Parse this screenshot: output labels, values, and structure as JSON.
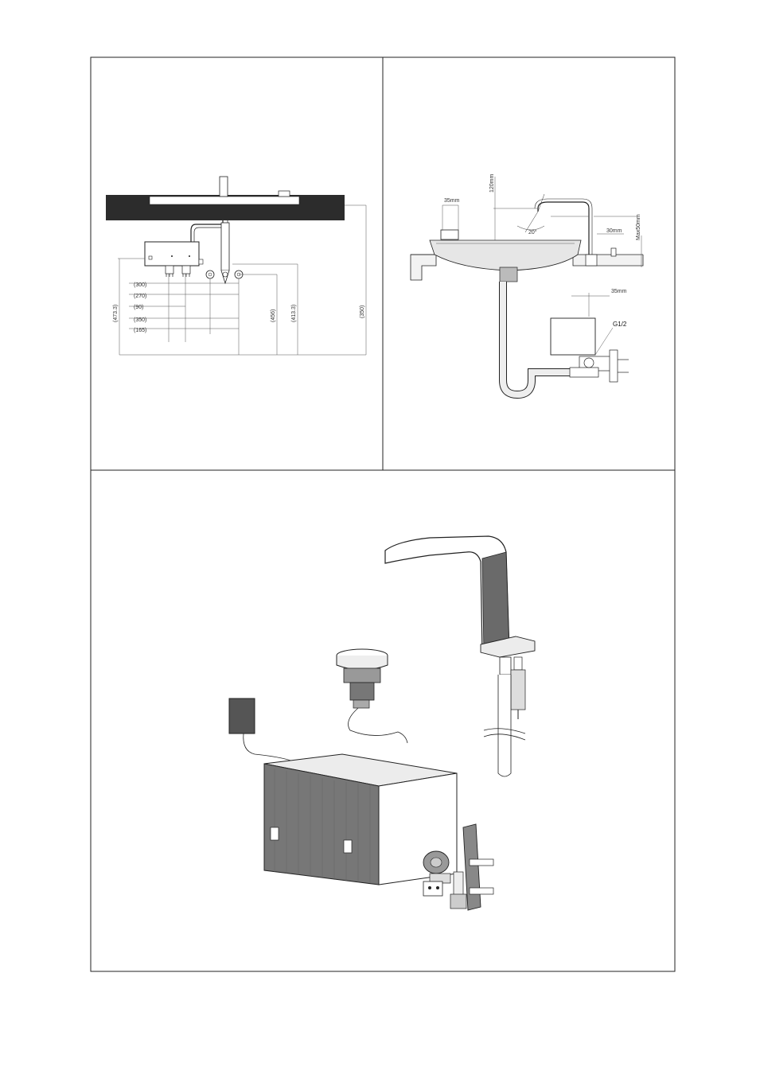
{
  "panels": {
    "top_left": {
      "dims_left": [
        "(300)",
        "(270)",
        "(90)",
        "(350)",
        "(165)"
      ],
      "dims_vertical": [
        "(473.3)",
        "(456)",
        "(413.3)",
        "(350)"
      ]
    },
    "top_right": {
      "labels": {
        "d35_top": "35mm",
        "d120": "120mm",
        "d30": "30mm",
        "max50": "Max50mm",
        "d35_bottom": "35mm",
        "g12": "G1/2",
        "angle": "20°"
      }
    },
    "bottom": {}
  },
  "colors": {
    "counter": "#2c2c2c",
    "box_dark": "#555555",
    "line": "#222222"
  }
}
